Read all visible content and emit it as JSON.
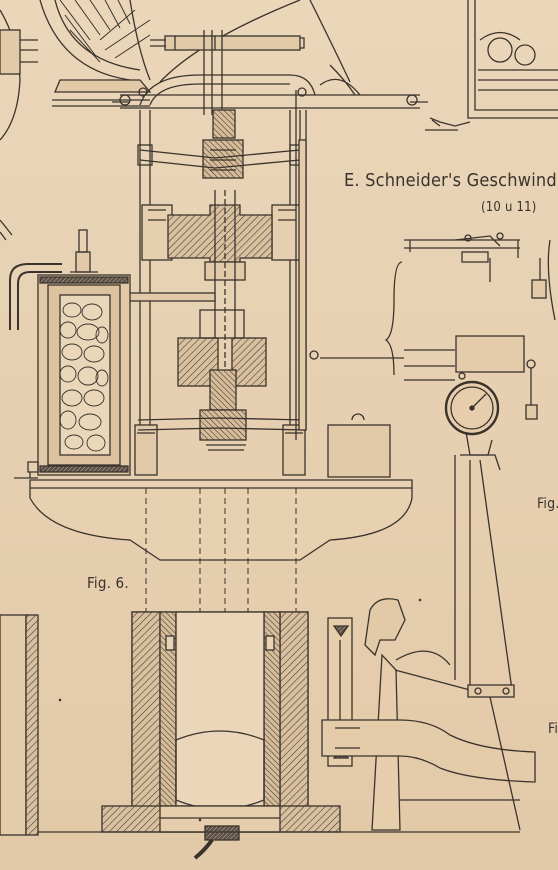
{
  "title": "E. Schneider's Geschwindig",
  "subtitle": "(10 u 11)",
  "labels": {
    "fig6": "Fig. 6.",
    "fig_right_a": "Fig.",
    "fig_right_b": "Fi"
  },
  "colors": {
    "paper": "#e9d3b5",
    "ink": "#3a332c",
    "hatch": "#5a5047"
  }
}
